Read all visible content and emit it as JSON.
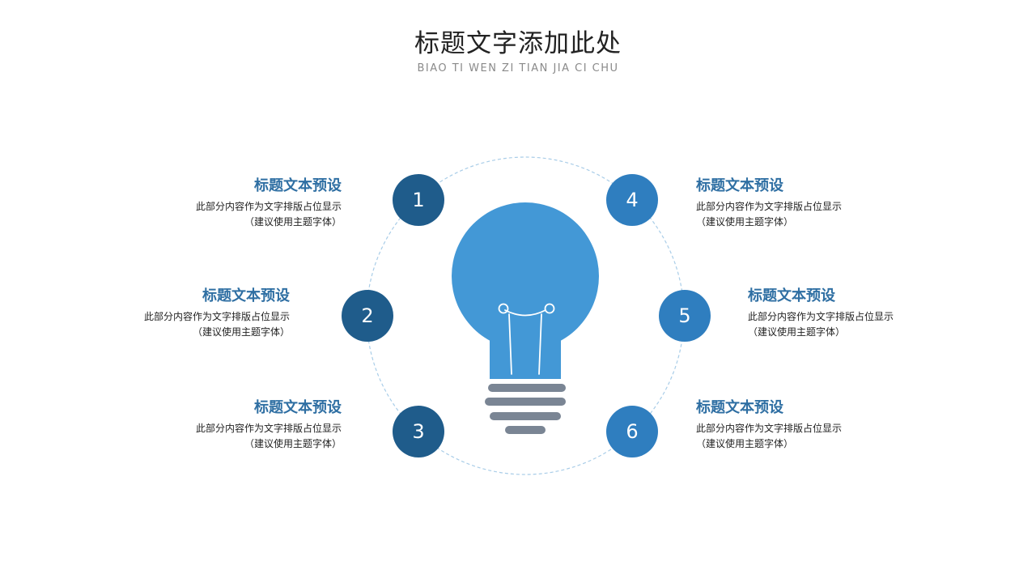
{
  "title": "标题文字添加此处",
  "subtitle": "BIAO TI WEN ZI TIAN JIA CI CHU",
  "colors": {
    "dark_blue": "#1f5c8b",
    "mid_blue": "#2f7ebf",
    "bulb_blue": "#4398d6",
    "base_gray": "#7a8594",
    "dashed_ring": "#a9cde8",
    "item_title": "#2f6fa3"
  },
  "center_icon": "light-bulb-icon",
  "items": [
    {
      "number": "1",
      "title": "标题文本预设",
      "desc_line1": "此部分内容作为文字排版占位显示",
      "desc_line2": "（建议使用主题字体）"
    },
    {
      "number": "2",
      "title": "标题文本预设",
      "desc_line1": "此部分内容作为文字排版占位显示",
      "desc_line2": "（建议使用主题字体）"
    },
    {
      "number": "3",
      "title": "标题文本预设",
      "desc_line1": "此部分内容作为文字排版占位显示",
      "desc_line2": "（建议使用主题字体）"
    },
    {
      "number": "4",
      "title": "标题文本预设",
      "desc_line1": "此部分内容作为文字排版占位显示",
      "desc_line2": "（建议使用主题字体）"
    },
    {
      "number": "5",
      "title": "标题文本预设",
      "desc_line1": "此部分内容作为文字排版占位显示",
      "desc_line2": "（建议使用主题字体）"
    },
    {
      "number": "6",
      "title": "标题文本预设",
      "desc_line1": "此部分内容作为文字排版占位显示",
      "desc_line2": "（建议使用主题字体）"
    }
  ]
}
